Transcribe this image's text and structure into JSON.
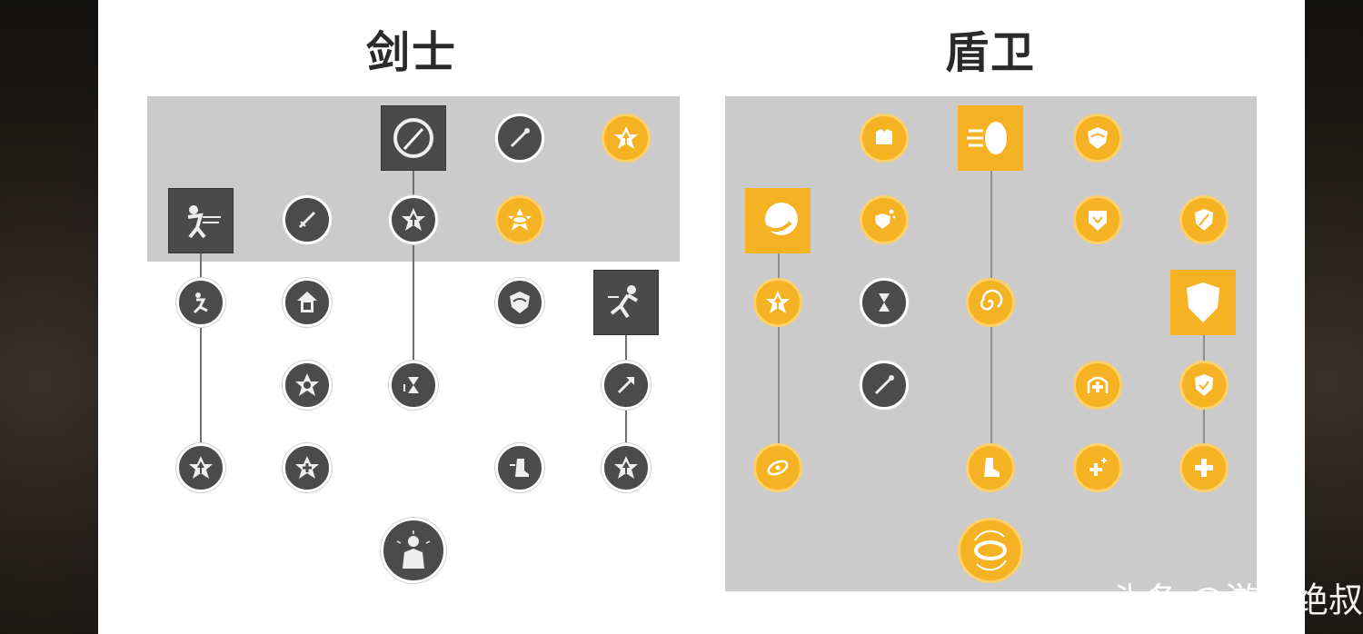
{
  "swordsman": {
    "title": "剑士"
  },
  "shieldguard": {
    "title": "盾卫"
  },
  "watermark": {
    "text": "头条 @游戏绝叔"
  },
  "colors": {
    "dark_node": "#4b4b4b",
    "gold_node": "#f5b324",
    "shade": "#cbcbcb"
  },
  "swordsman_nodes": [
    {
      "name": "spin-slash-icon",
      "style": "big-dark"
    },
    {
      "name": "sword-sparkle-icon",
      "style": "dark"
    },
    {
      "name": "burst-up-icon",
      "style": "gold"
    },
    {
      "name": "dash-strike-icon",
      "style": "big-dark"
    },
    {
      "name": "sword-thrust-icon",
      "style": "dark"
    },
    {
      "name": "power-up-icon",
      "style": "dark"
    },
    {
      "name": "sun-ring-icon",
      "style": "gold"
    },
    {
      "name": "kick-icon",
      "style": "dark"
    },
    {
      "name": "boot-up-icon",
      "style": "dark"
    },
    {
      "name": "shield-swirl-icon",
      "style": "dark"
    },
    {
      "name": "leap-slash-icon",
      "style": "big-dark"
    },
    {
      "name": "burst-cog-icon",
      "style": "dark"
    },
    {
      "name": "hourglass-down-icon",
      "style": "dark"
    },
    {
      "name": "arrow-up-right-icon",
      "style": "dark"
    },
    {
      "name": "power-up-icon",
      "style": "dark"
    },
    {
      "name": "burst-plus-icon",
      "style": "dark"
    },
    {
      "name": "boot-speed-icon",
      "style": "dark"
    },
    {
      "name": "power-up-icon",
      "style": "dark"
    },
    {
      "name": "warrior-roar-icon",
      "style": "circle-big-dark"
    }
  ],
  "shieldguard_nodes": [
    {
      "name": "armor-chest-icon",
      "style": "gold"
    },
    {
      "name": "shield-rush-icon",
      "style": "big-gold"
    },
    {
      "name": "shield-swirl-icon",
      "style": "gold"
    },
    {
      "name": "shield-bash-icon",
      "style": "big-gold"
    },
    {
      "name": "shield-sparkle-icon",
      "style": "gold"
    },
    {
      "name": "shield-down-icon",
      "style": "gold"
    },
    {
      "name": "shield-slash-icon",
      "style": "gold"
    },
    {
      "name": "power-up-icon",
      "style": "gold"
    },
    {
      "name": "hourglass-icon",
      "style": "dark"
    },
    {
      "name": "whirlwind-icon",
      "style": "gold"
    },
    {
      "name": "great-shield-icon",
      "style": "big-gold"
    },
    {
      "name": "sword-sparkle-icon",
      "style": "dark"
    },
    {
      "name": "heal-cross-icon",
      "style": "gold"
    },
    {
      "name": "shield-check-icon",
      "style": "gold"
    },
    {
      "name": "orbit-icon",
      "style": "gold"
    },
    {
      "name": "boot-kick-icon",
      "style": "gold"
    },
    {
      "name": "plus-sparkle-icon",
      "style": "gold"
    },
    {
      "name": "plus-cross-icon",
      "style": "gold"
    },
    {
      "name": "shield-spin-icon",
      "style": "circle-big-gold"
    }
  ]
}
